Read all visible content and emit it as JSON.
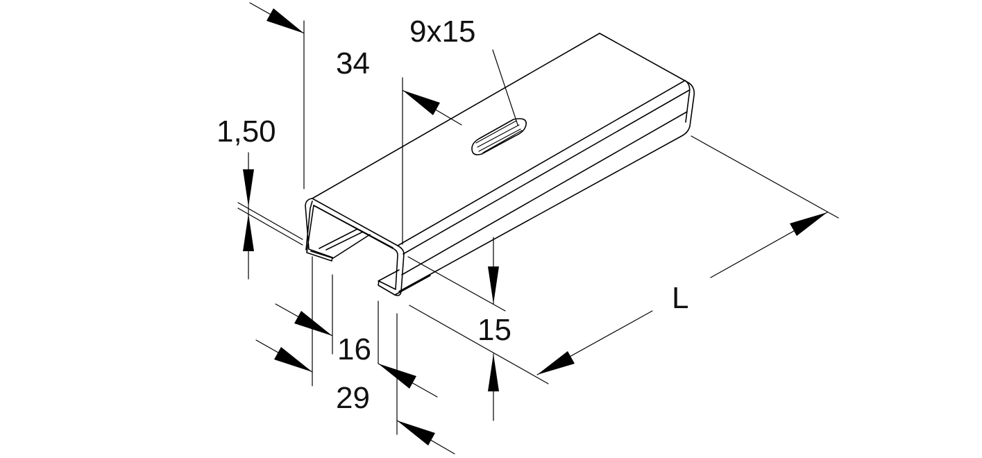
{
  "labels": {
    "hole": "9x15",
    "width_top": "34",
    "thickness": "1,50",
    "inner_gap": "16",
    "outer_base": "29",
    "height": "15",
    "length": "L"
  }
}
